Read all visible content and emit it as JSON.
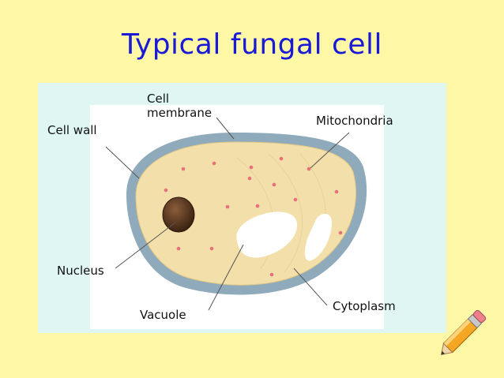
{
  "slide": {
    "title": "Typical fungal cell"
  },
  "diagram": {
    "labels": {
      "cell_wall": "Cell wall",
      "cell_membrane_line1": "Cell",
      "cell_membrane_line2": "membrane",
      "mitochondria": "Mitochondria",
      "nucleus": "Nucleus",
      "vacuole": "Vacuole",
      "cytoplasm": "Cytoplasm"
    }
  },
  "colors": {
    "background": "#fdf7a6",
    "title": "#1a1ad6",
    "panel": "#dff6f3",
    "cell_wall": "#8faabb",
    "cytoplasm": "#f3dfa9",
    "mitochondria_dot": "#e8707a",
    "nucleus": "#5a3a22",
    "vacuole": "#ffffff"
  },
  "icons": {
    "decoration": "pencil-icon"
  }
}
